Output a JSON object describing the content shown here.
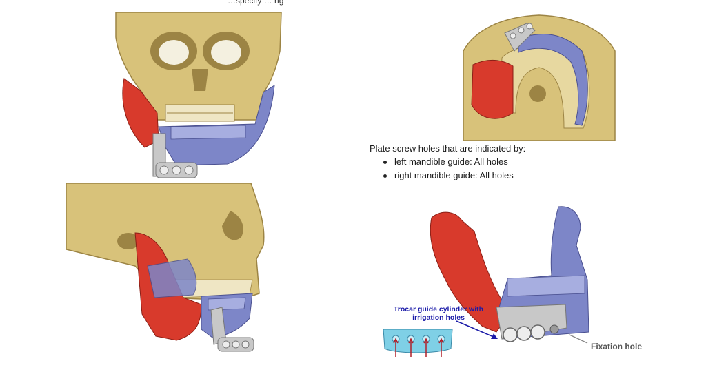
{
  "header": {
    "partial_caption": "…specify … ng"
  },
  "notes": {
    "title": "Plate screw holes that are indicated by:",
    "items": [
      {
        "label": "left mandible guide: All holes"
      },
      {
        "label": "right mandible guide: All holes"
      }
    ]
  },
  "callouts": {
    "trocar": "Trocar guide cylinder with irrigation holes",
    "fixation": "Fixation hole"
  },
  "colors": {
    "bone": "#d8c27a",
    "bone_shadow": "#9c8444",
    "tumor": "#d83a2c",
    "mandible": "#7d86c8",
    "guide": "#c8c8c8",
    "inset": "#7fd0e6",
    "arrow": "#1a1aa8"
  }
}
